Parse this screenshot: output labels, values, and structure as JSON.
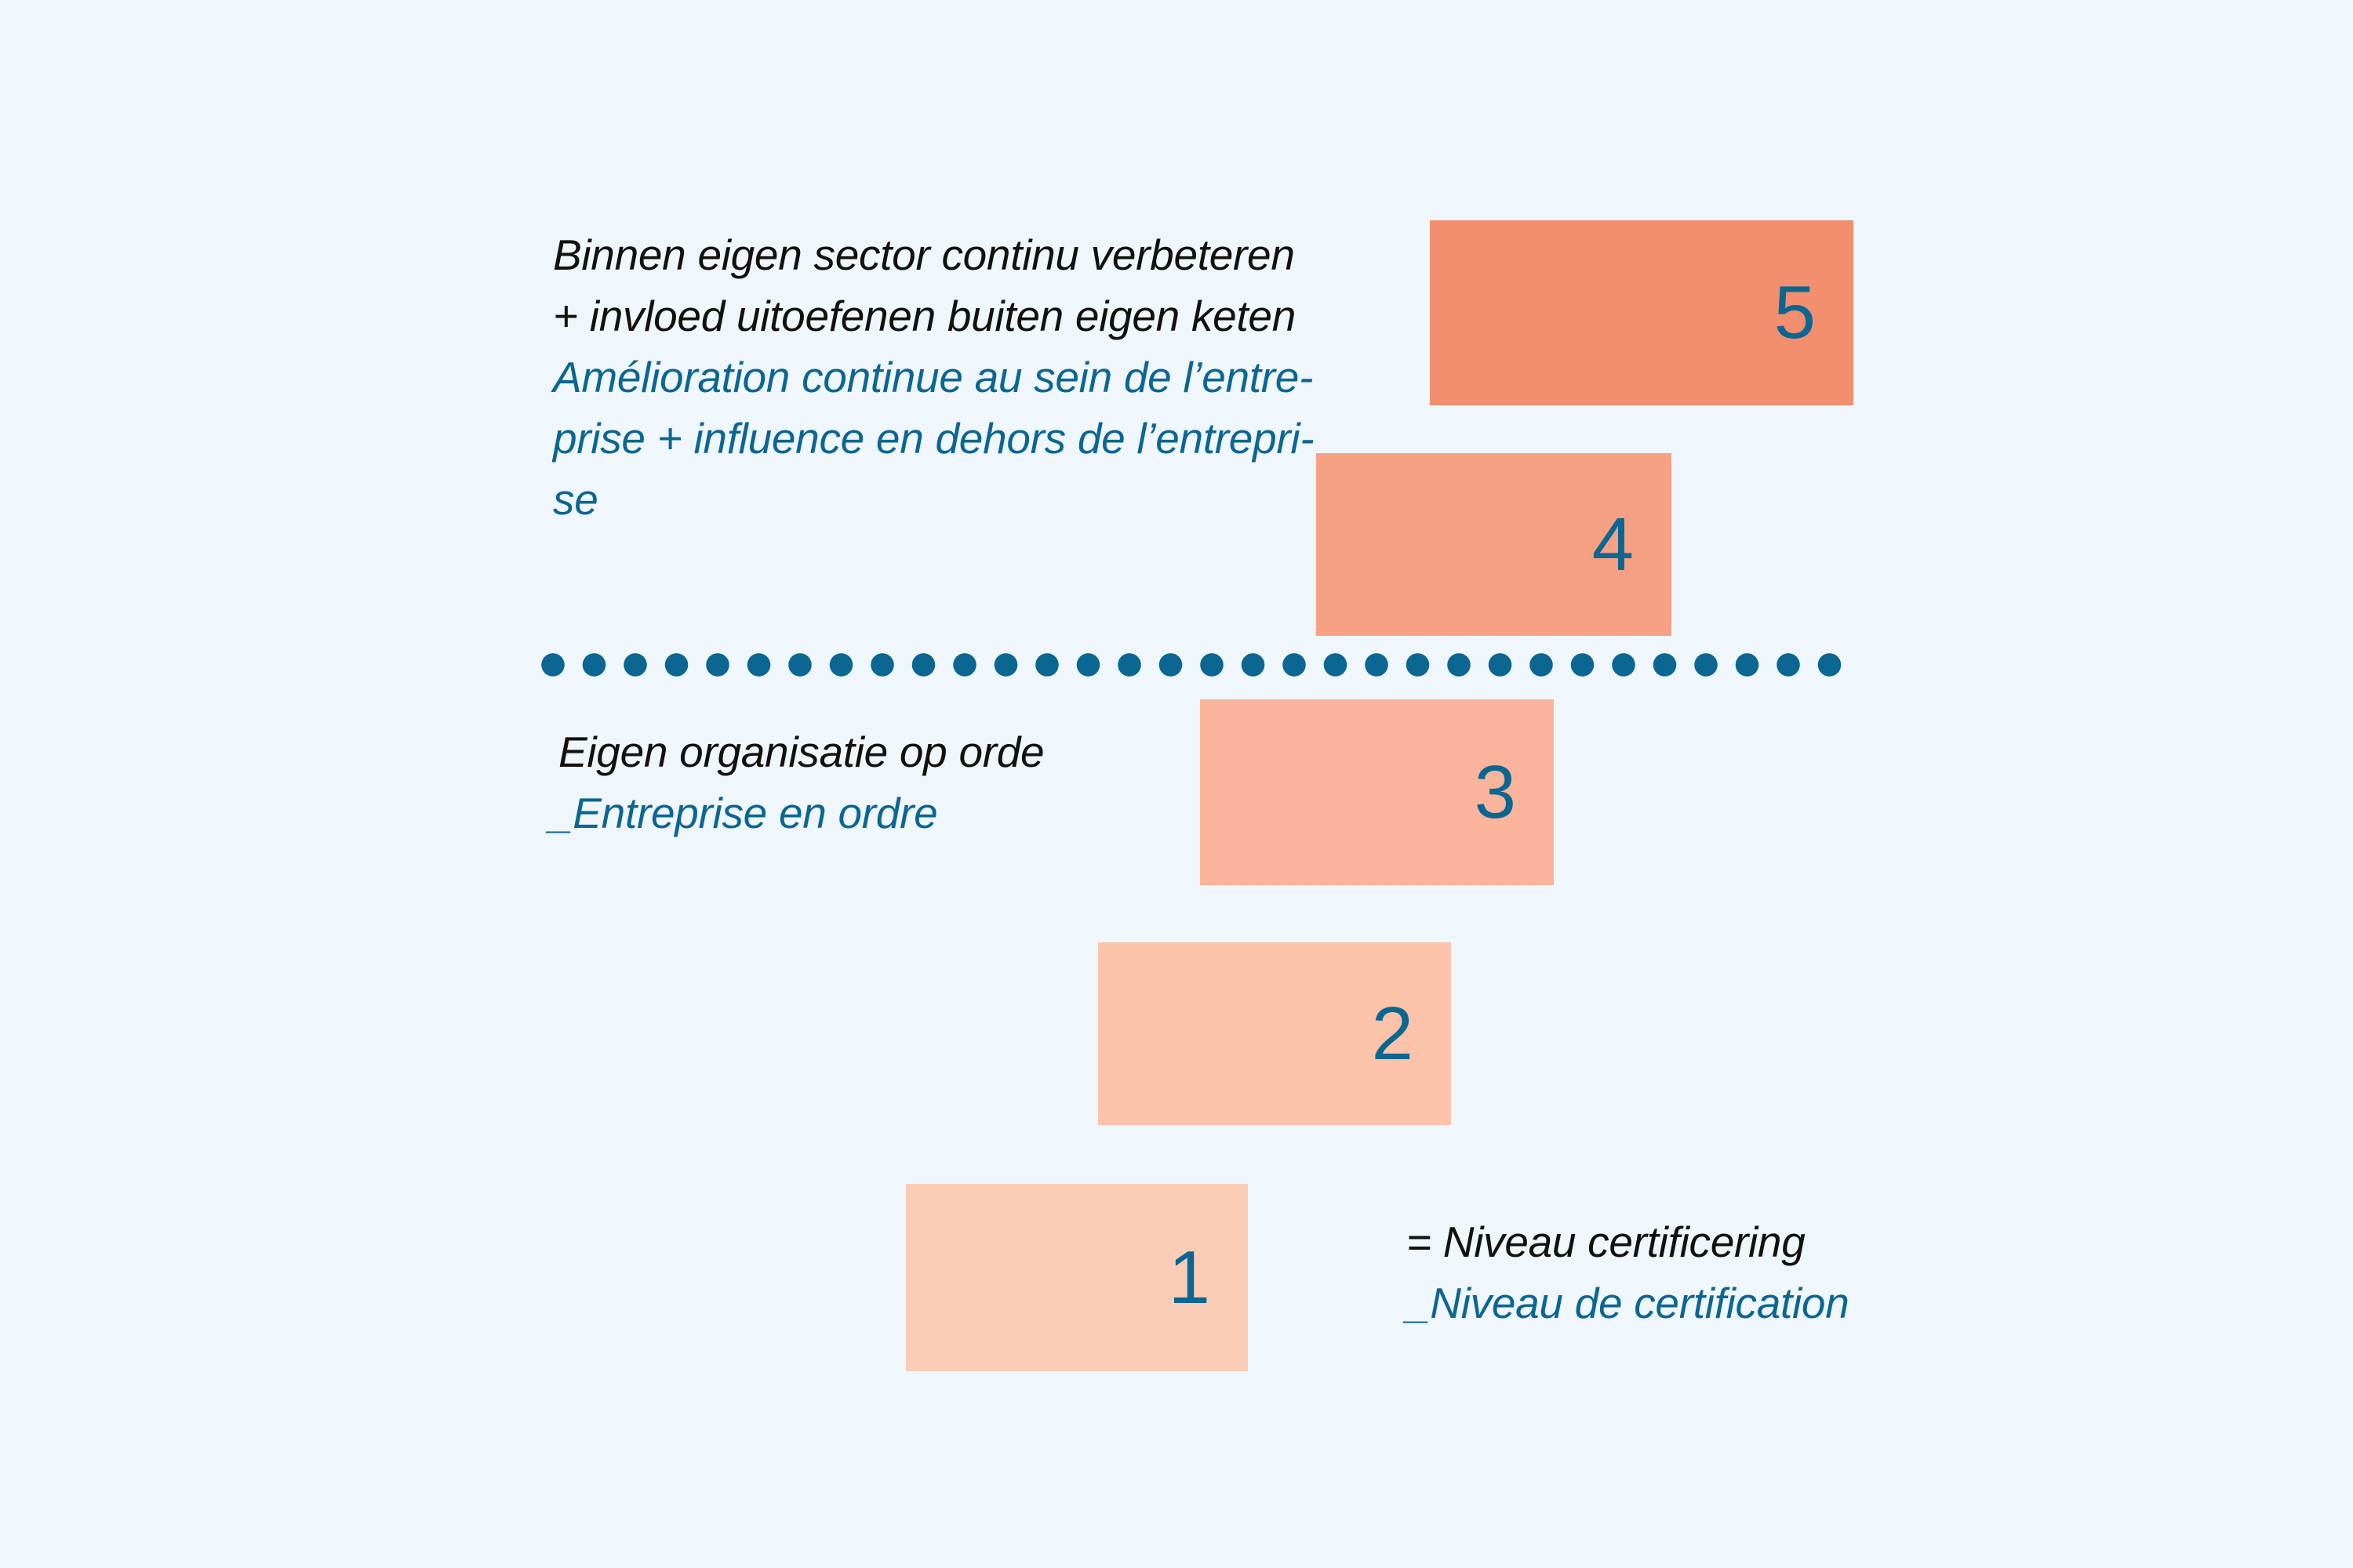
{
  "background_color": "#eff6fc",
  "accent_color": "#0c6692",
  "text_color_nl": "#13110c",
  "text_color_fr": "#0c6692",
  "labels": {
    "top": {
      "nl": "Binnen eigen sector continu verbeteren\n+ invloed uitoefenen buiten eigen keten",
      "fr": "Amélioration continue au sein de l’entre-\nprise + influence en dehors de l’entrepri-\nse"
    },
    "middle": {
      "nl": "Eigen organisatie op orde",
      "fr": "_Entreprise en ordre"
    },
    "legend": {
      "nl": "= Niveau certificering",
      "fr": "_Niveau de certification"
    }
  },
  "chart_data": {
    "type": "bar",
    "title": "",
    "xlabel": "",
    "ylabel": "",
    "orientation": "staircase",
    "categories": [
      "1",
      "2",
      "3",
      "4",
      "5"
    ],
    "values": [
      1,
      2,
      3,
      4,
      5
    ],
    "levels": [
      {
        "number": "1",
        "color": "#fbcdb7"
      },
      {
        "number": "2",
        "color": "#fac3aa"
      },
      {
        "number": "3",
        "color": "#f9b49b"
      },
      {
        "number": "4",
        "color": "#f7a184"
      },
      {
        "number": "5",
        "color": "#f28f6e"
      }
    ],
    "annotations": [
      "Binnen eigen sector continu verbeteren + invloed uitoefenen buiten eigen keten",
      "Amélioration continue au sein de l’entreprise + influence en dehors de l’entreprise",
      "Eigen organisatie op orde",
      "_Entreprise en ordre",
      "= Niveau certificering",
      "_Niveau de certification"
    ],
    "divider": "dotted-line between level 3 and level 4",
    "grid": false,
    "legend_position": "bottom-right"
  }
}
